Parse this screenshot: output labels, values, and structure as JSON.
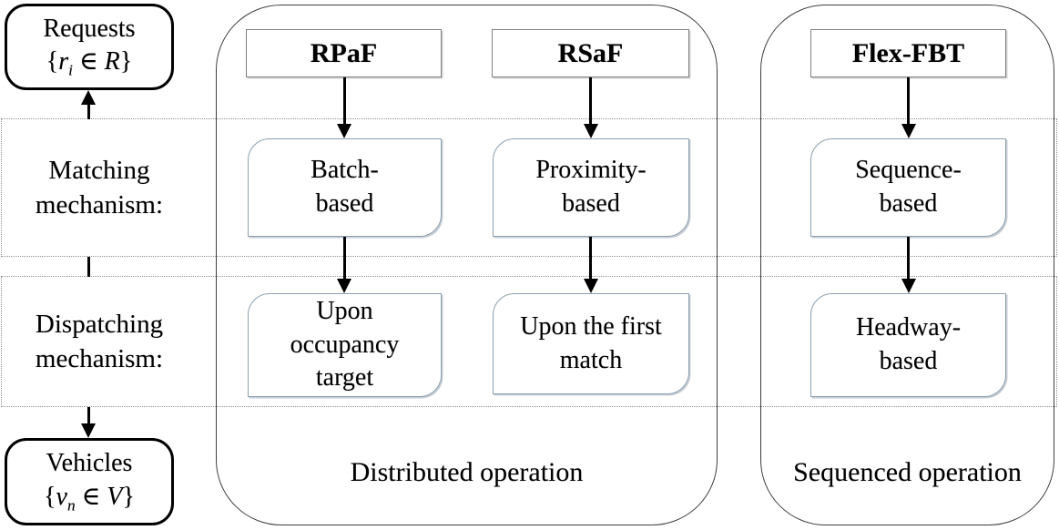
{
  "figure": {
    "requests_box": {
      "title": "Requests",
      "math": {
        "open": "{",
        "var": "r",
        "sub": "i",
        "element_of": "∈",
        "set": "R",
        "close": "}"
      }
    },
    "vehicles_box": {
      "title": "Vehicles",
      "math": {
        "open": "{",
        "var": "v",
        "sub": "n",
        "element_of": "∈",
        "set": "V",
        "close": "}"
      }
    },
    "rails": {
      "matching_label": "Matching\nmechanism:",
      "dispatching_label": "Dispatching\nmechanism:"
    },
    "groups": [
      {
        "label": "Distributed operation",
        "columns": [
          {
            "header": "RPaF",
            "matching": "Batch-\nbased",
            "dispatching": "Upon\noccupancy\ntarget"
          },
          {
            "header": "RSaF",
            "matching": "Proximity-\nbased",
            "dispatching": "Upon the first\nmatch"
          }
        ]
      },
      {
        "label": "Sequenced operation",
        "columns": [
          {
            "header": "Flex-FBT",
            "matching": "Sequence-\nbased",
            "dispatching": "Headway-\nbased"
          }
        ]
      }
    ],
    "colors": {
      "node_border": "#8ba0b0",
      "header_border": "#7f7f7f",
      "container_border": "#3f3f3f",
      "dotted_band_border": "#8f8f8f",
      "terminal_border": "#000000",
      "arrow": "#000000",
      "background": "#ffffff"
    }
  }
}
